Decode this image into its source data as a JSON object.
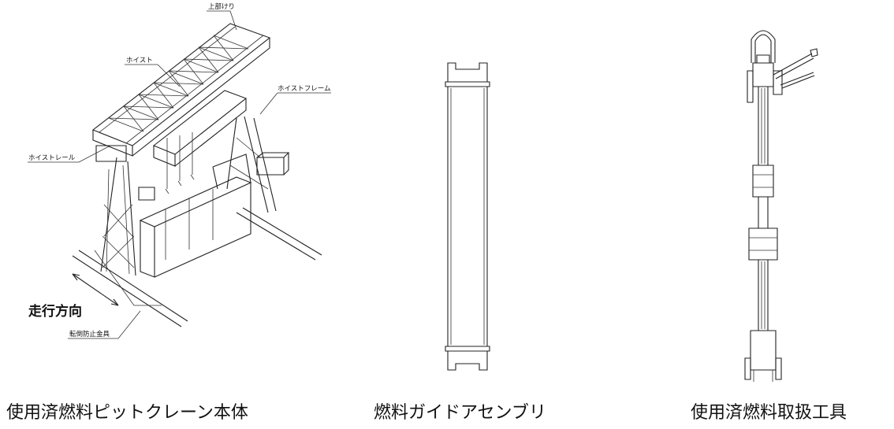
{
  "captions": {
    "crane": "使用済燃料ピットクレーン本体",
    "guide": "燃料ガイドアセンブリ",
    "tool": "使用済燃料取扱工具"
  },
  "labels": {
    "upper_beam": "上部けり",
    "hoist": "ホイスト",
    "hoist_frame": "ホイストフレーム",
    "hoist_rail": "ホイストレール",
    "travel_direction": "走行方向",
    "anti_tip_fitting": "転倒防止金具"
  }
}
